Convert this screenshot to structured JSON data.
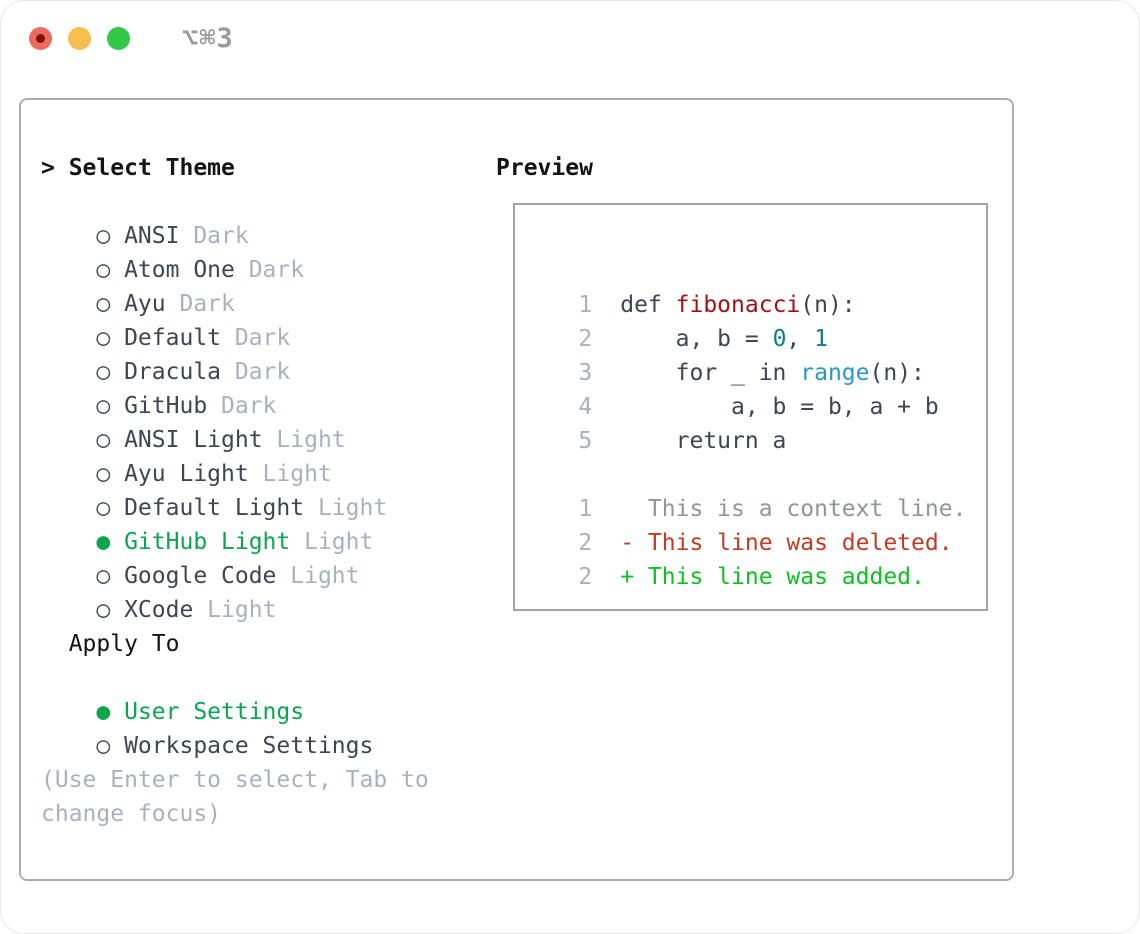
{
  "window": {
    "title": "⌥⌘3"
  },
  "left_panel": {
    "header_prefix": "> ",
    "header": "Select Theme",
    "radio_unselected": "○ ",
    "radio_selected": "● ",
    "themes": [
      {
        "name": "ANSI",
        "variant": "Dark",
        "selected": false
      },
      {
        "name": "Atom One",
        "variant": "Dark",
        "selected": false
      },
      {
        "name": "Ayu",
        "variant": "Dark",
        "selected": false
      },
      {
        "name": "Default",
        "variant": "Dark",
        "selected": false
      },
      {
        "name": "Dracula",
        "variant": "Dark",
        "selected": false
      },
      {
        "name": "GitHub",
        "variant": "Dark",
        "selected": false
      },
      {
        "name": "ANSI Light",
        "variant": "Light",
        "selected": false
      },
      {
        "name": "Ayu Light",
        "variant": "Light",
        "selected": false
      },
      {
        "name": "Default Light",
        "variant": "Light",
        "selected": false
      },
      {
        "name": "GitHub Light",
        "variant": "Light",
        "selected": true
      },
      {
        "name": "Google Code",
        "variant": "Light",
        "selected": false
      },
      {
        "name": "XCode",
        "variant": "Light",
        "selected": false
      }
    ],
    "apply_header": "Apply To",
    "apply_options": [
      {
        "label": "User Settings",
        "selected": true
      },
      {
        "label": "Workspace Settings",
        "selected": false
      }
    ],
    "hint": "(Use Enter to select, Tab to\nchange focus)"
  },
  "preview": {
    "header": "Preview",
    "lines": [
      {
        "num": "1",
        "segments": [
          {
            "text": " def ",
            "style": "code"
          },
          {
            "text": "fibonacci",
            "style": "function"
          },
          {
            "text": "(n):",
            "style": "code"
          }
        ]
      },
      {
        "num": "2",
        "segments": [
          {
            "text": "     a, b = ",
            "style": "code"
          },
          {
            "text": "0",
            "style": "number"
          },
          {
            "text": ", ",
            "style": "code"
          },
          {
            "text": "1",
            "style": "number"
          }
        ]
      },
      {
        "num": "3",
        "segments": [
          {
            "text": "     for _ in ",
            "style": "code"
          },
          {
            "text": "range",
            "style": "builtin"
          },
          {
            "text": "(n):",
            "style": "code"
          }
        ]
      },
      {
        "num": "4",
        "segments": [
          {
            "text": "         a, b = b, a + b",
            "style": "code"
          }
        ]
      },
      {
        "num": "5",
        "segments": [
          {
            "text": "     return a",
            "style": "code"
          }
        ]
      },
      {
        "num": "",
        "segments": []
      },
      {
        "num": "1",
        "segments": [
          {
            "text": "   This is a context line.",
            "style": "context"
          }
        ]
      },
      {
        "num": "2",
        "segments": [
          {
            "text": " - This line was deleted.",
            "style": "deleted"
          }
        ]
      },
      {
        "num": "2",
        "segments": [
          {
            "text": " + This line was added.",
            "style": "added"
          }
        ]
      }
    ]
  },
  "colors": {
    "selected_green": "#0aa64e",
    "added_green": "#0ec122",
    "deleted_red": "#c43a24",
    "function_red": "#a51014",
    "number_teal": "#0b8084",
    "builtin_blue": "#2b96c8",
    "context_gray": "#8d969e",
    "code_slate": "#3d4653",
    "muted_gray": "#a8b2bf",
    "traffic_red": "#ee6a5f",
    "traffic_yellow": "#f5be4f",
    "traffic_green": "#34c748"
  }
}
